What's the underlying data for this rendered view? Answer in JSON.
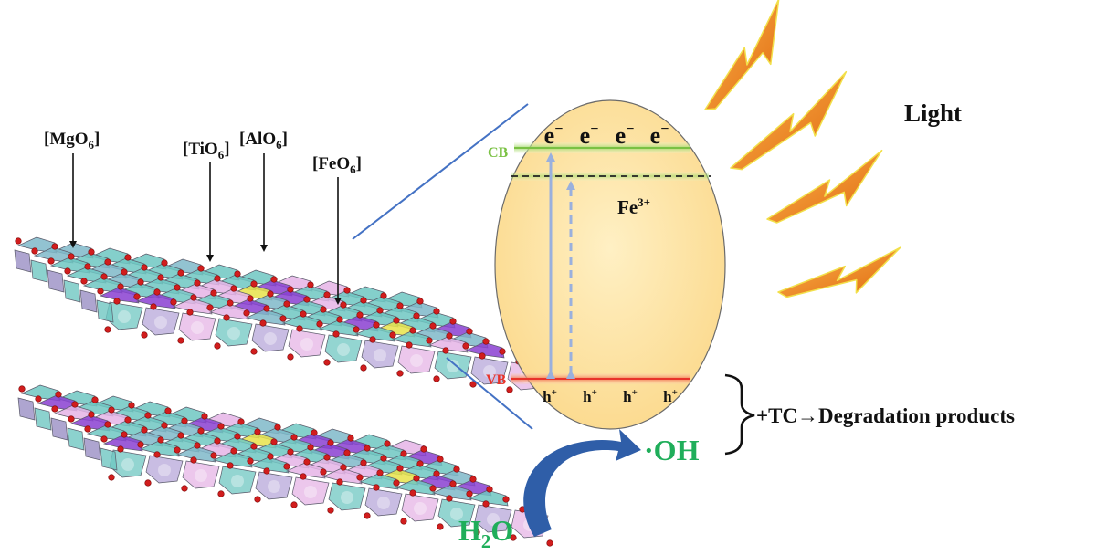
{
  "title": "",
  "light_label": "Light",
  "layer_labels": {
    "mgo6": {
      "base": "[MgO",
      "sub": "6",
      "close": "]"
    },
    "tio6": {
      "base": "[TiO",
      "sub": "6",
      "close": "]"
    },
    "alo6": {
      "base": "[AlO",
      "sub": "6",
      "close": "]"
    },
    "feo6": {
      "base": "[FeO",
      "sub": "6",
      "close": "]"
    }
  },
  "band": {
    "cb_label": "CB",
    "vb_label": "VB",
    "electron": "e",
    "electron_sup": "−",
    "hole": "h",
    "hole_sup": "+",
    "dopant": "Fe",
    "dopant_sup": "3+",
    "electron_count": 4,
    "hole_count": 4
  },
  "reaction": {
    "water_base": "H",
    "water_sub": "2",
    "water_end": "O",
    "radical": "·OH",
    "product_text": "+TC→Degradation products"
  },
  "colors": {
    "cb": "#7ac143",
    "vb": "#e8332a",
    "ellipse_fill": "#fde3a0",
    "bolt_light": "#fbb34c",
    "bolt_dark": "#e06a10",
    "arrow_blue": "#9ab0dd",
    "green_text": "#1fae5a",
    "curve_arrow": "#2f5ea8",
    "octa_teal": "#6fc7c2",
    "octa_purple": "#8a3fd1",
    "octa_pink": "#e5b4e6",
    "octa_yellow": "#e8e34a",
    "oxygen": "#d11d1d"
  }
}
